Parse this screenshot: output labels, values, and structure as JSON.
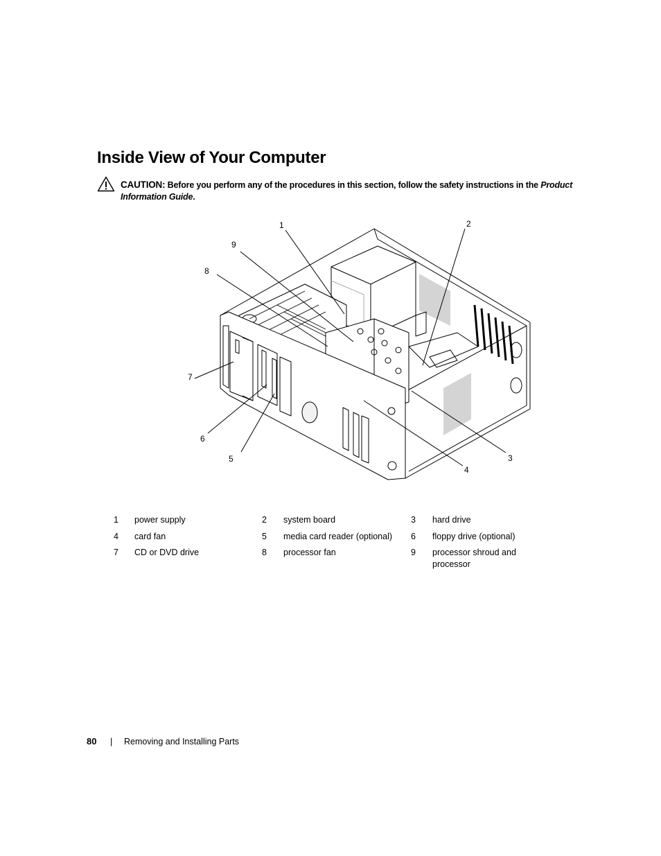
{
  "page_title": "Inside View of Your Computer",
  "caution": {
    "label": "CAUTION:",
    "text": "Before you perform any of the procedures in this section, follow the safety instructions in the",
    "guide_title": "Product Information Guide",
    "end": "."
  },
  "figure": {
    "icon": "computer-interior-illustration",
    "callouts": [
      "1",
      "2",
      "9",
      "8",
      "7",
      "6",
      "5",
      "4",
      "3"
    ]
  },
  "legend": [
    [
      {
        "num": "1",
        "label": "power supply"
      },
      {
        "num": "2",
        "label": "system board"
      },
      {
        "num": "3",
        "label": "hard drive"
      }
    ],
    [
      {
        "num": "4",
        "label": "card fan"
      },
      {
        "num": "5",
        "label": "media card reader (optional)"
      },
      {
        "num": "6",
        "label": "floppy drive (optional)"
      }
    ],
    [
      {
        "num": "7",
        "label": "CD or DVD drive"
      },
      {
        "num": "8",
        "label": "processor fan"
      },
      {
        "num": "9",
        "label": "processor shroud and processor"
      }
    ]
  ],
  "footer": {
    "page_number": "80",
    "separator": "|",
    "section": "Removing and Installing Parts"
  }
}
